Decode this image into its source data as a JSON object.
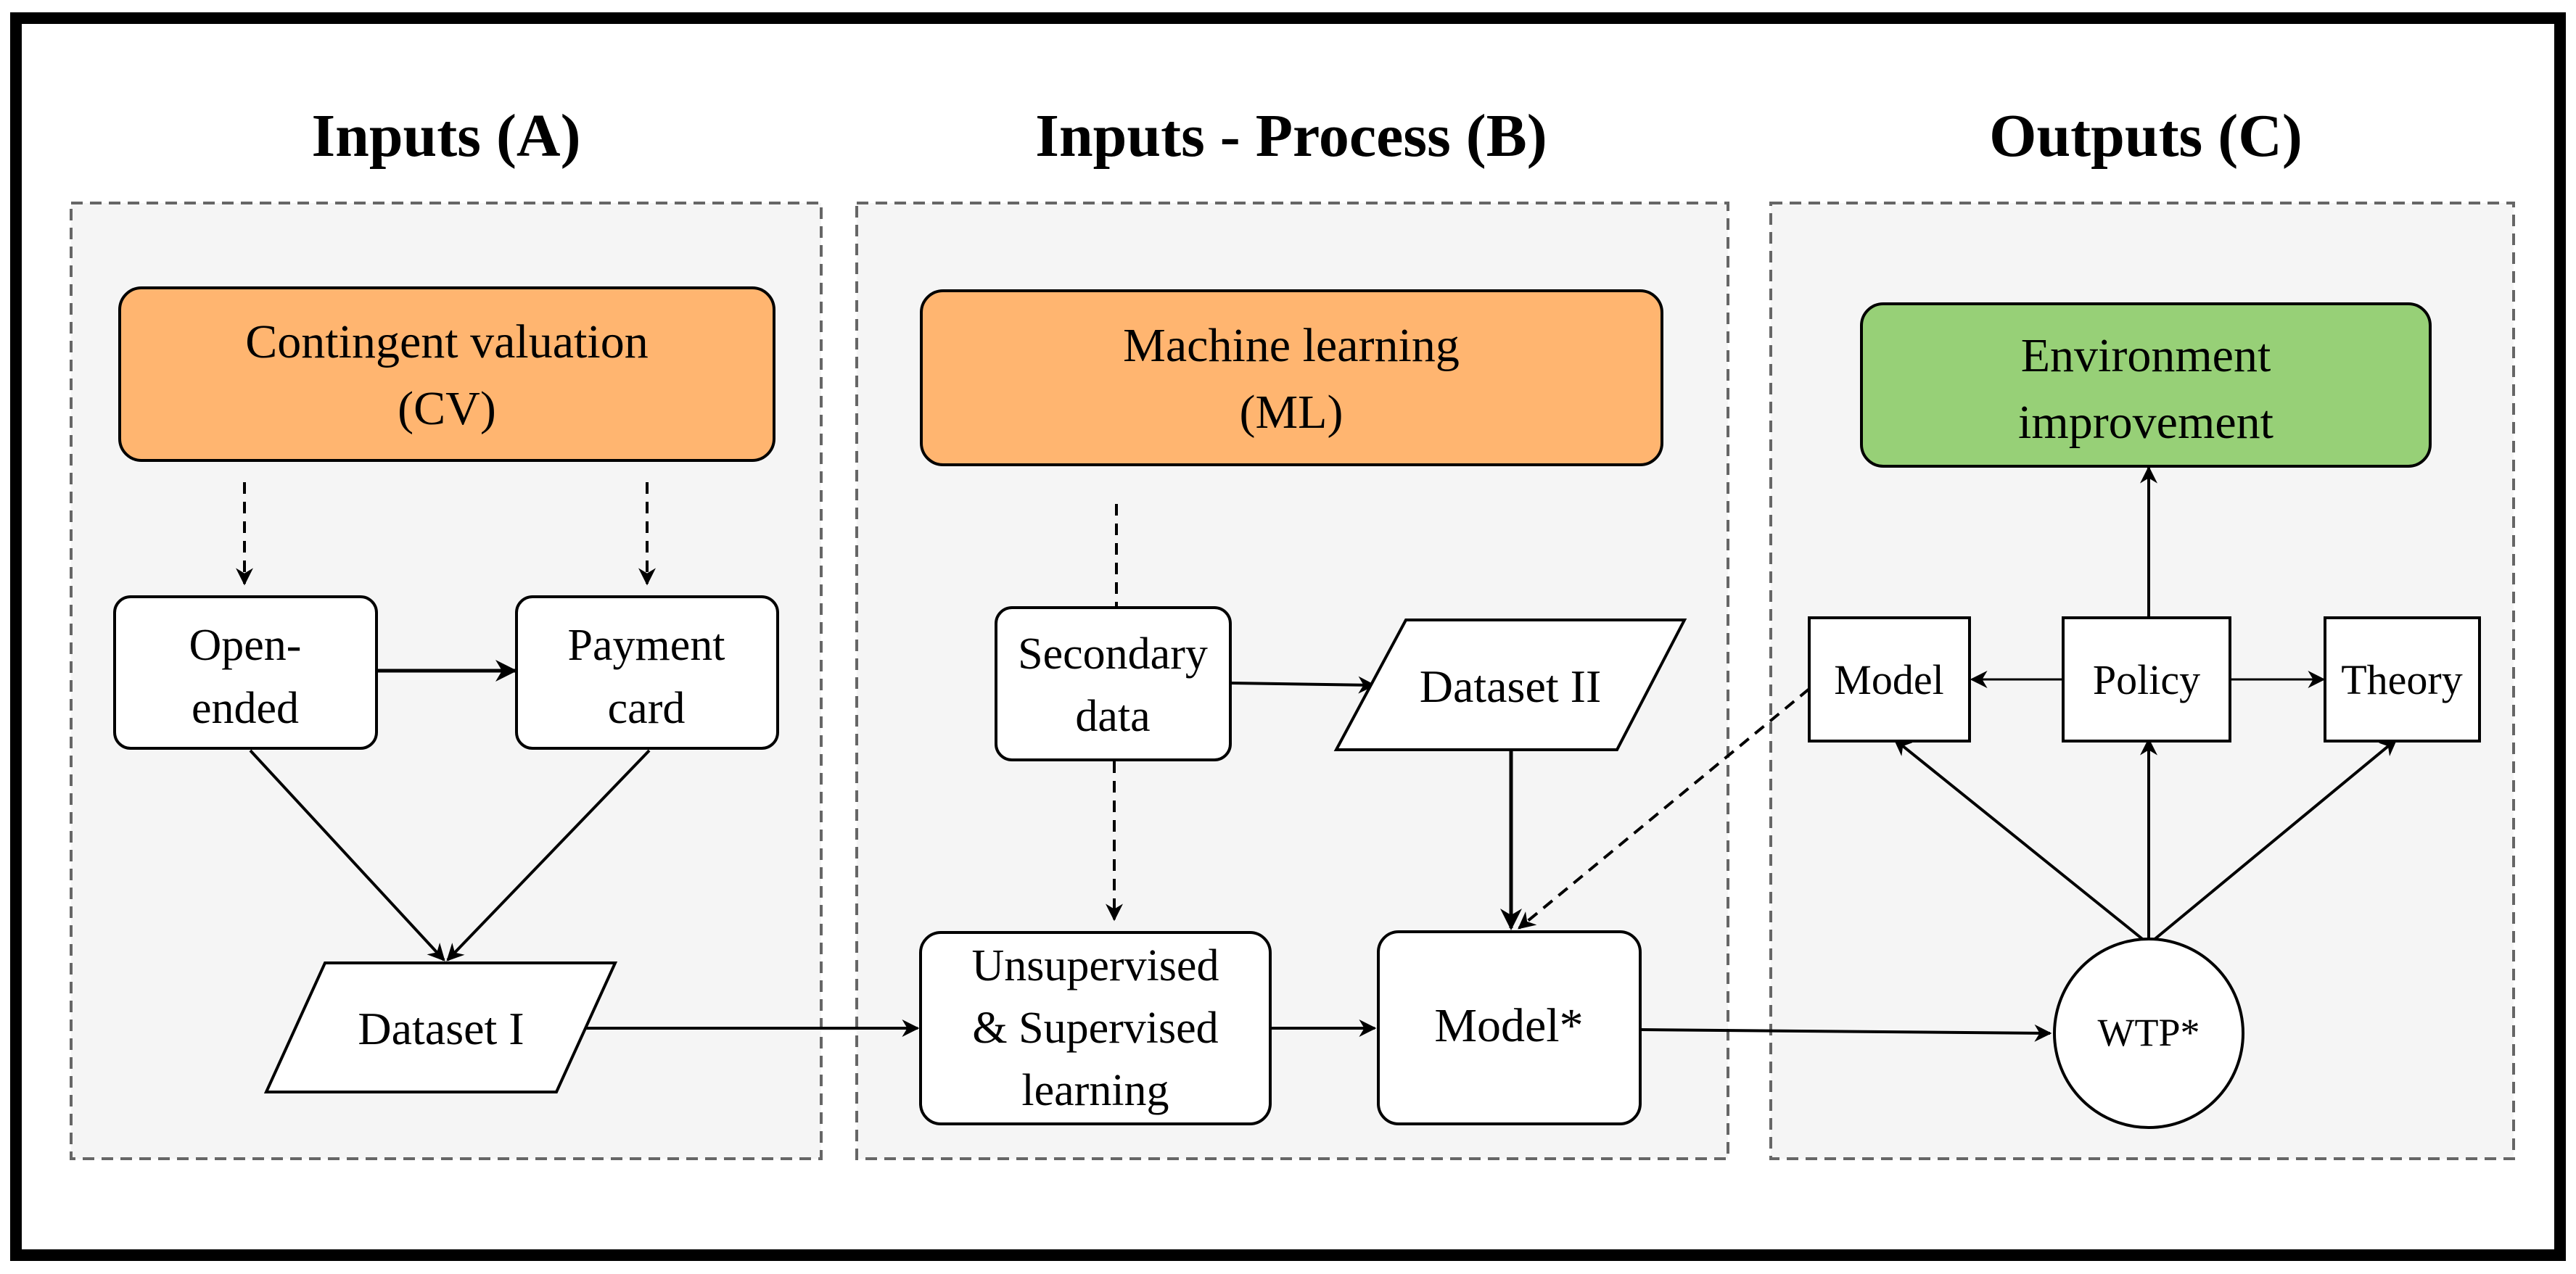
{
  "sections": {
    "inputs_a": "Inputs (A)",
    "inputs_process_b": "Inputs - Process (B)",
    "outputs_c": "Outputs (C)"
  },
  "nodes": {
    "cv_line1": "Contingent valuation",
    "cv_line2": "(CV)",
    "open_line1": "Open-",
    "open_line2": "ended",
    "payment_line1": "Payment",
    "payment_line2": "card",
    "dataset1": "Dataset I",
    "ml_line1": "Machine learning",
    "ml_line2": "(ML)",
    "secondary_line1": "Secondary",
    "secondary_line2": "data",
    "dataset2": "Dataset II",
    "learning_line1": "Unsupervised",
    "learning_line2": "& Supervised",
    "learning_line3": "learning",
    "model_star": "Model*",
    "env_line1": "Environment",
    "env_line2": "improvement",
    "model": "Model",
    "policy": "Policy",
    "theory": "Theory",
    "wtp": "WTP*"
  },
  "colors": {
    "orange": "#FFB570",
    "green": "#97D077",
    "panel": "#F5F5F5",
    "dashed_border": "#666666"
  }
}
